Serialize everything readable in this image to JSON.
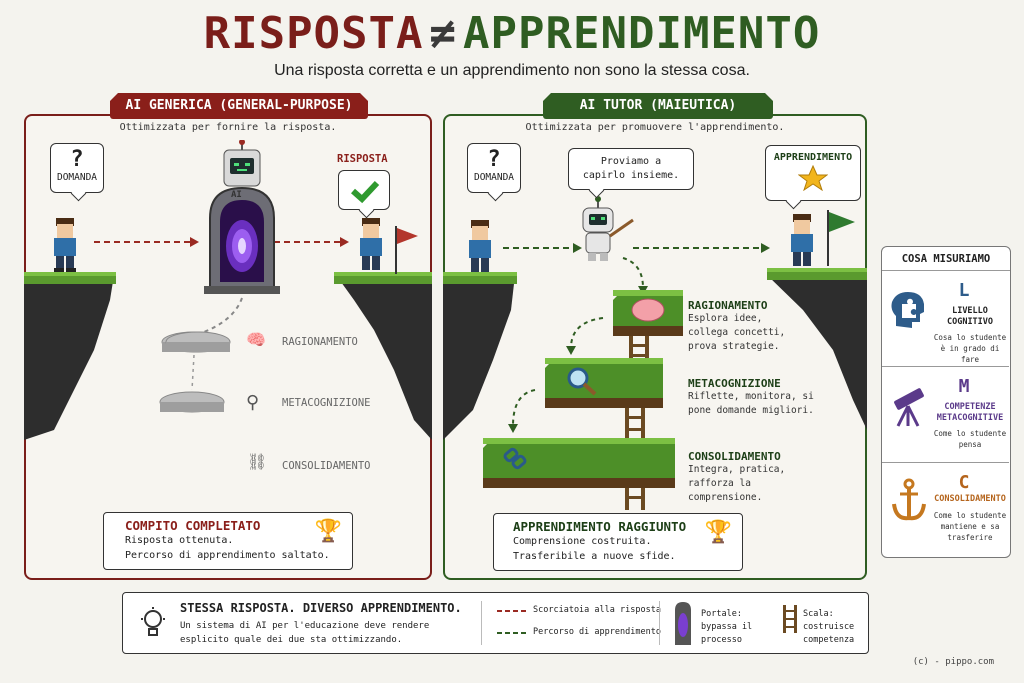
{
  "title": {
    "left": "RISPOSTA",
    "sign": "≠",
    "right": "APPRENDIMENTO"
  },
  "subtitle": "Una risposta corretta e un apprendimento non sono la stessa cosa.",
  "left_panel": {
    "tag": "AI GENERICA (GENERAL-PURPOSE)",
    "desc": "Ottimizzata per fornire la risposta.",
    "question_bubble": {
      "mark": "?",
      "label": "DOMANDA"
    },
    "portal_label": "AI",
    "answer_label": "RISPOSTA",
    "steps": [
      "RAGIONAMENTO",
      "METACOGNIZIONE",
      "CONSOLIDAMENTO"
    ],
    "result": {
      "title": "COMPITO COMPLETATO",
      "line1": "Risposta ottenuta.",
      "line2": "Percorso di apprendimento saltato."
    }
  },
  "right_panel": {
    "tag": "AI TUTOR (MAIEUTICA)",
    "desc": "Ottimizzata per promuovere l'apprendimento.",
    "question_bubble": {
      "mark": "?",
      "label": "DOMANDA"
    },
    "tutor_bubble": "Proviamo a capirlo insieme.",
    "goal_label": "APPRENDIMENTO",
    "steps": [
      {
        "title": "RAGIONAMENTO",
        "text": "Esplora idee, collega concetti, prova strategie."
      },
      {
        "title": "METACOGNIZIONE",
        "text": "Riflette, monitora, si pone domande migliori."
      },
      {
        "title": "CONSOLIDAMENTO",
        "text": "Integra, pratica, rafforza la comprensione."
      }
    ],
    "result": {
      "title": "APPRENDIMENTO RAGGIUNTO",
      "line1": "Comprensione costruita.",
      "line2": "Trasferibile a nuove sfide."
    }
  },
  "measures": {
    "title": "COSA MISURIAMO",
    "items": [
      {
        "letter": "L",
        "name": "LIVELLO COGNITIVO",
        "desc": "Cosa lo studente è in grado di fare",
        "color": "#2e5c8a",
        "icon": "head-puzzle-icon"
      },
      {
        "letter": "M",
        "name": "COMPETENZE METACOGNITIVE",
        "desc": "Come lo studente pensa",
        "color": "#5b3a8a",
        "icon": "telescope-icon"
      },
      {
        "letter": "C",
        "name": "CONSOLIDAMENTO",
        "desc": "Come lo studente mantiene e sa trasferire",
        "color": "#b5651d",
        "icon": "anchor-icon"
      }
    ]
  },
  "footer": {
    "title": "STESSA RISPOSTA. DIVERSO APPRENDIMENTO.",
    "text": "Un sistema di AI per l'educazione deve rendere esplicito quale dei due sta ottimizzando.",
    "legend": {
      "shortcut": "Scorciatoia alla risposta",
      "path": "Percorso di apprendimento",
      "portal": "Portale: bypassa il processo",
      "ladder": "Scala: costruisce competenza"
    }
  },
  "copyright": "(c) - pippo.com",
  "colors": {
    "red": "#7a1e1a",
    "green": "#2f5d22"
  }
}
